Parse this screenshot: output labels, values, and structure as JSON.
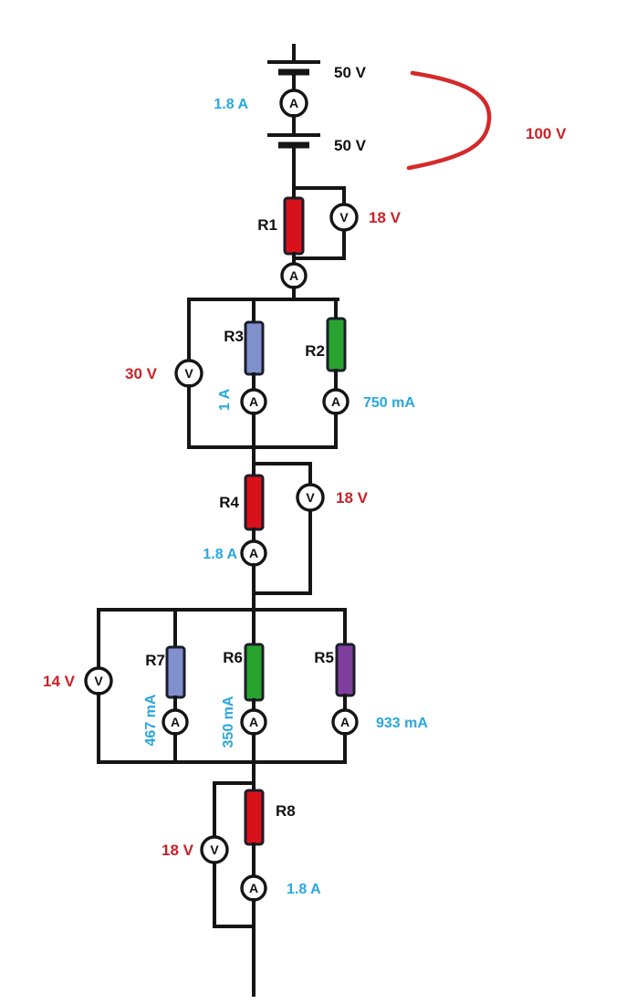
{
  "letters": {
    "ammeter": "A",
    "voltmeter": "V"
  },
  "source": {
    "battery_top_voltage": "50 V",
    "battery_bottom_voltage": "50 V",
    "current": "1.8 A",
    "total_voltage": "100 V"
  },
  "r1": {
    "label": "R1",
    "voltage": "18 V"
  },
  "parallel1": {
    "voltage": "30 V",
    "r3_label": "R3",
    "r3_current": "1 A",
    "r2_label": "R2",
    "r2_current": "750 mA"
  },
  "r4": {
    "label": "R4",
    "voltage": "18 V",
    "current": "1.8 A"
  },
  "parallel2": {
    "voltage": "14 V",
    "r7_label": "R7",
    "r7_current": "467 mA",
    "r6_label": "R6",
    "r6_current": "350 mA",
    "r5_label": "R5",
    "r5_current": "933 mA"
  },
  "r8": {
    "label": "R8",
    "voltage": "18 V",
    "current": "1.8 A"
  },
  "colors": {
    "wire": "#151515",
    "value_red": "#cc2127",
    "value_cyan": "#2aa7df",
    "resistor_red": "#d8121a",
    "resistor_blue": "#7f90cc",
    "resistor_green": "#27a32e",
    "resistor_purple": "#7f3f9e",
    "bracket_red": "#d42a2a"
  }
}
